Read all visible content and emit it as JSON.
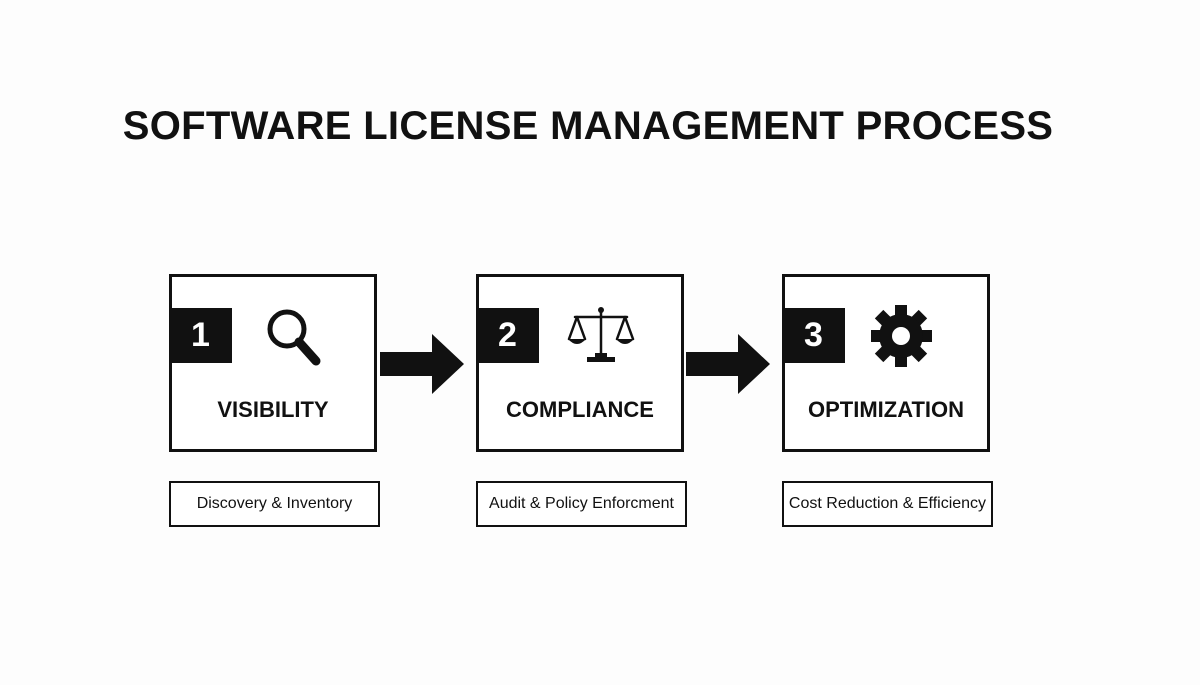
{
  "diagram": {
    "title": "SOFTWARE LICENSE MANAGEMENT PROCESS",
    "steps": [
      {
        "number": "1",
        "title": "VISIBILITY",
        "caption": "Discovery & Inventory",
        "icon": "magnifying-glass-icon"
      },
      {
        "number": "2",
        "title": "COMPLIANCE",
        "caption": "Audit & Policy Enforcment",
        "icon": "balance-scale-icon"
      },
      {
        "number": "3",
        "title": "OPTIMIZATION",
        "caption": "Cost Reduction & Efficiency",
        "icon": "gear-icon"
      }
    ],
    "colors": {
      "ink": "#111111",
      "background": "#fdfdfd",
      "box_fill": "#ffffff"
    }
  }
}
